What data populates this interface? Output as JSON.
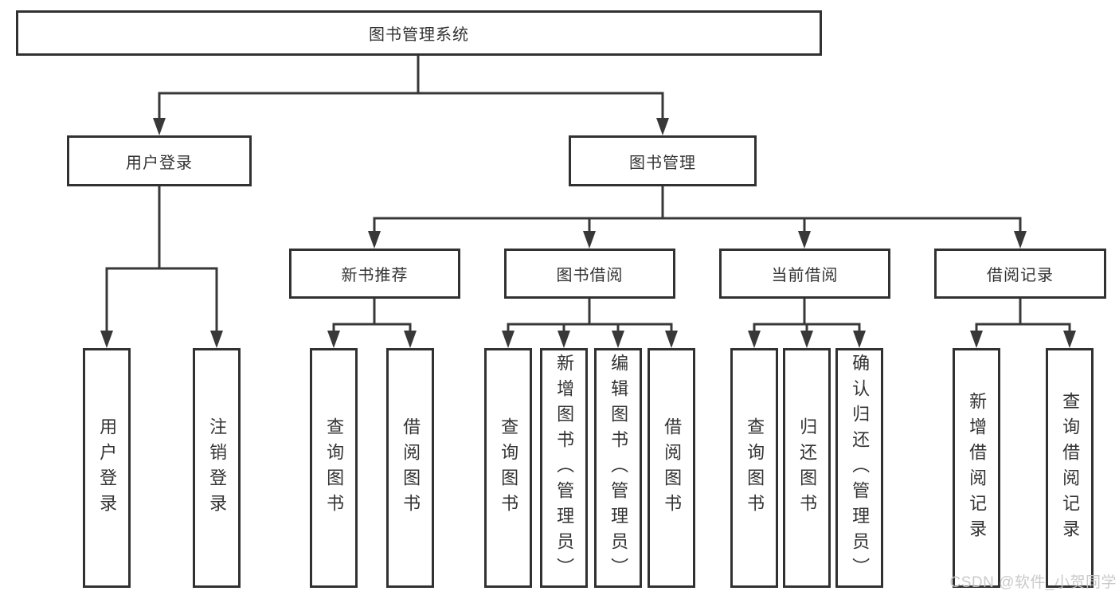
{
  "diagram": {
    "root": "图书管理系统",
    "branches": [
      {
        "label": "用户登录",
        "children": [
          "用户登录",
          "注销登录"
        ]
      },
      {
        "label": "图书管理",
        "sections": [
          {
            "label": "新书推荐",
            "children": [
              "查询图书",
              "借阅图书"
            ]
          },
          {
            "label": "图书借阅",
            "children": [
              "查询图书",
              "新增图书（管理员）",
              "编辑图书（管理员）",
              "借阅图书"
            ]
          },
          {
            "label": "当前借阅",
            "children": [
              "查询图书",
              "归还图书",
              "确认归还（管理员）"
            ]
          },
          {
            "label": "借阅记录",
            "children": [
              "新增借阅记录",
              "查询借阅记录"
            ]
          }
        ]
      }
    ]
  },
  "watermark": "CSDN @软件_小贺同学",
  "colors": {
    "line": "#383838",
    "border": "#313131",
    "text": "#333333",
    "background": "#ffffff",
    "watermark": "#c6c6c6"
  }
}
